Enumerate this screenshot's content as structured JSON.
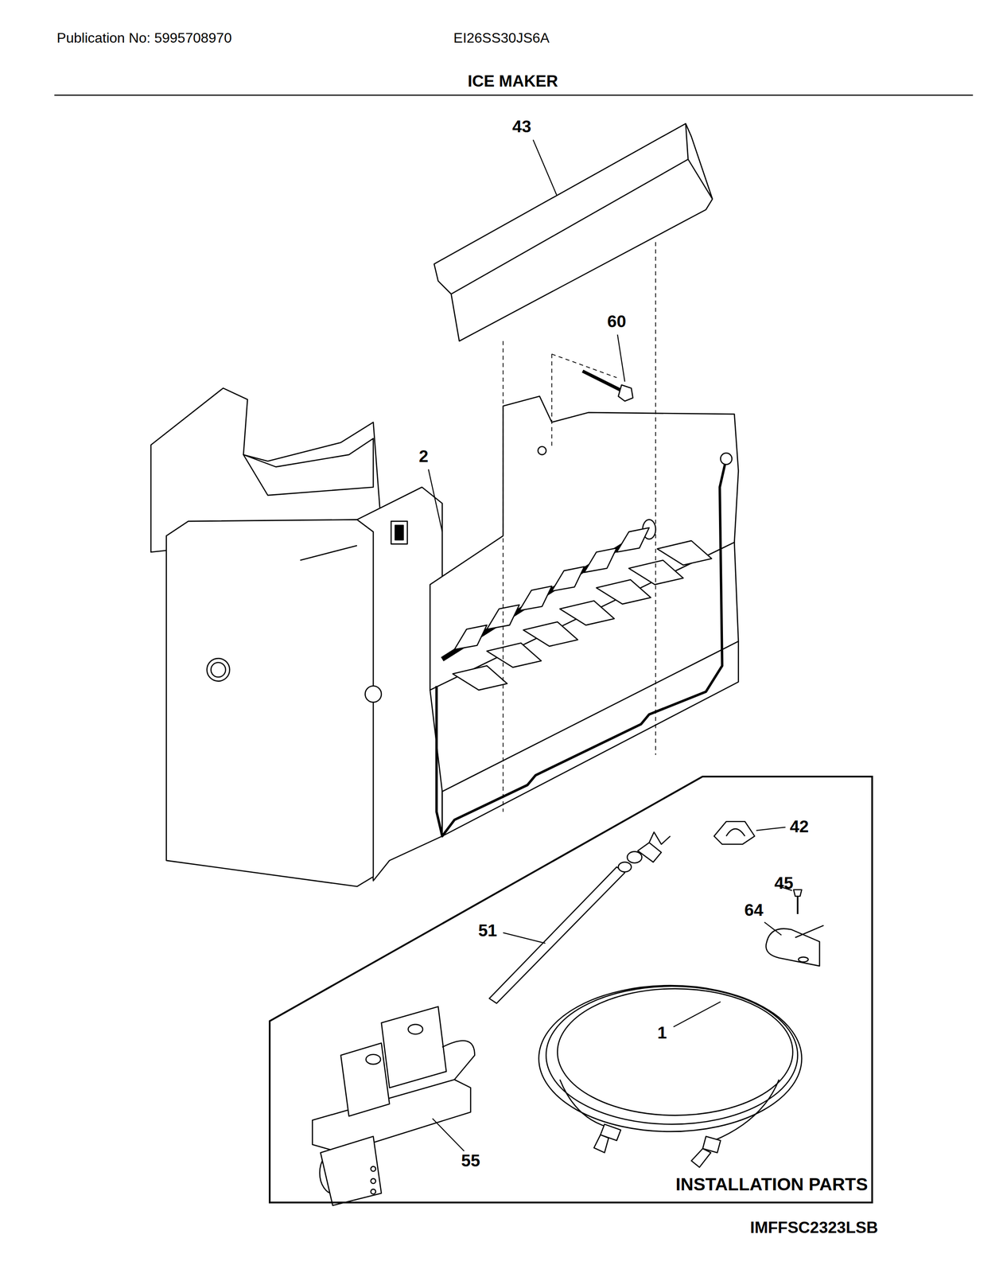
{
  "diagram": {
    "title": "ICE MAKER",
    "nodes": [
      {
        "text": [
          "INSTALLATION PARTS"
        ]
      }
    ],
    "labels": [
      "Publication No: 5995708970",
      "EI26SS30JS6A",
      "43",
      "60",
      "2",
      "42",
      "45",
      "64",
      "51",
      "1",
      "55",
      "IMFFSC2323LSB"
    ]
  }
}
